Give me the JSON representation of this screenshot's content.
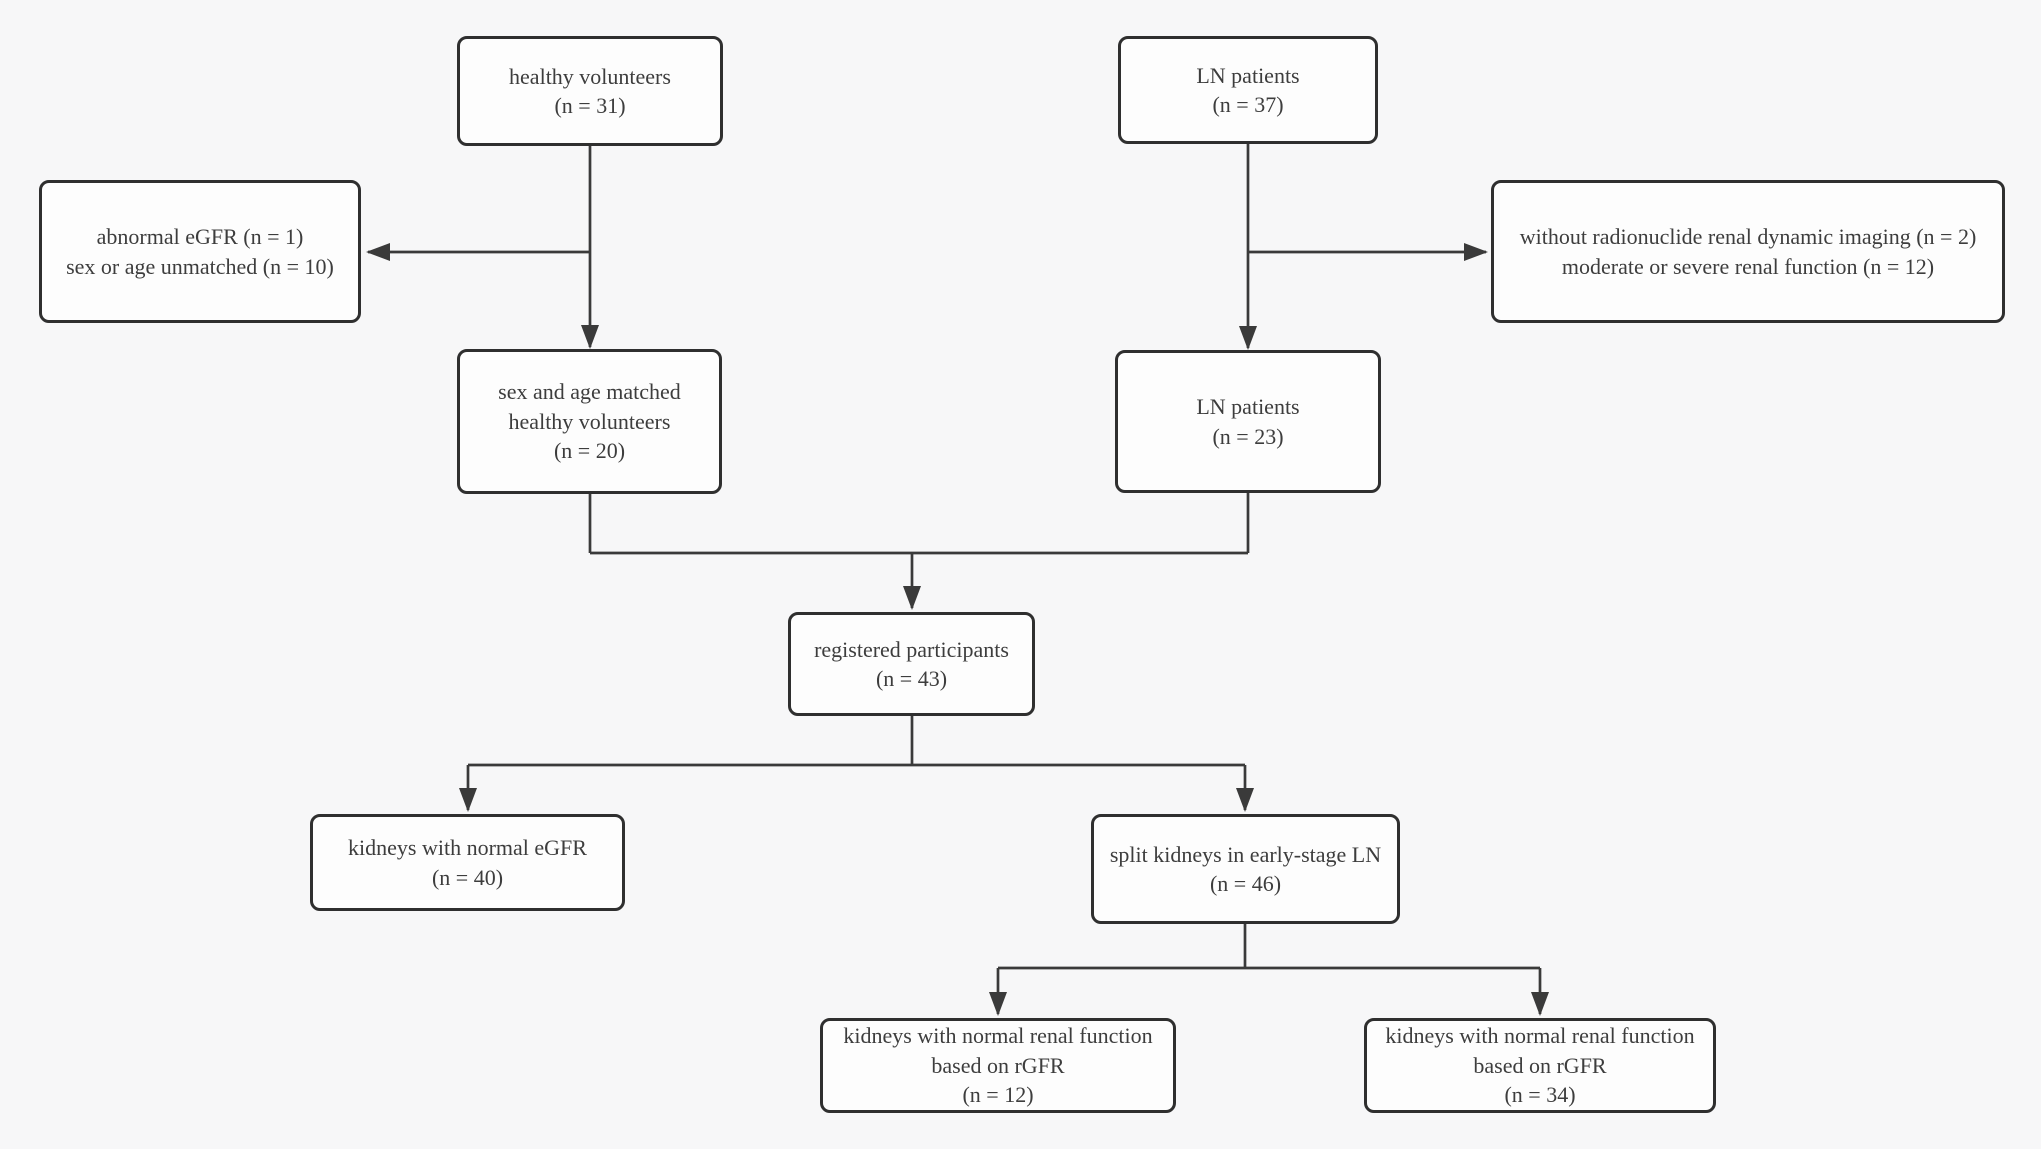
{
  "colors": {
    "background": "#f7f7f8",
    "node_fill": "#fdfdfd",
    "node_border": "#2f2f2f",
    "connector": "#3a3a3a",
    "text": "#3d3d3d"
  },
  "nodes": {
    "healthy_volunteers": {
      "lines": [
        "healthy volunteers",
        "(n = 31)"
      ]
    },
    "ln_patients_initial": {
      "lines": [
        "LN patients",
        "(n = 37)"
      ]
    },
    "excluded_volunteers": {
      "lines": [
        "abnormal eGFR (n = 1)",
        "sex or age unmatched (n = 10)"
      ]
    },
    "excluded_ln_patients": {
      "lines": [
        "without radionuclide renal dynamic imaging (n = 2)",
        "moderate or severe renal function (n = 12)"
      ]
    },
    "matched_volunteers": {
      "lines": [
        "sex and age matched",
        "healthy volunteers",
        "(n = 20)"
      ]
    },
    "ln_patients_included": {
      "lines": [
        "LN patients",
        "(n = 23)"
      ]
    },
    "registered_participants": {
      "lines": [
        "registered participants",
        "(n = 43)"
      ]
    },
    "kidneys_normal_egfr": {
      "lines": [
        "kidneys with normal eGFR",
        "(n = 40)"
      ]
    },
    "split_kidneys_early_ln": {
      "lines": [
        "split kidneys in early-stage LN",
        "(n = 46)"
      ]
    },
    "kidneys_rgfr_12": {
      "lines": [
        "kidneys with normal renal function",
        "based on rGFR",
        "(n = 12)"
      ]
    },
    "kidneys_rgfr_34": {
      "lines": [
        "kidneys with normal renal function",
        "based on rGFR",
        "(n = 34)"
      ]
    }
  }
}
